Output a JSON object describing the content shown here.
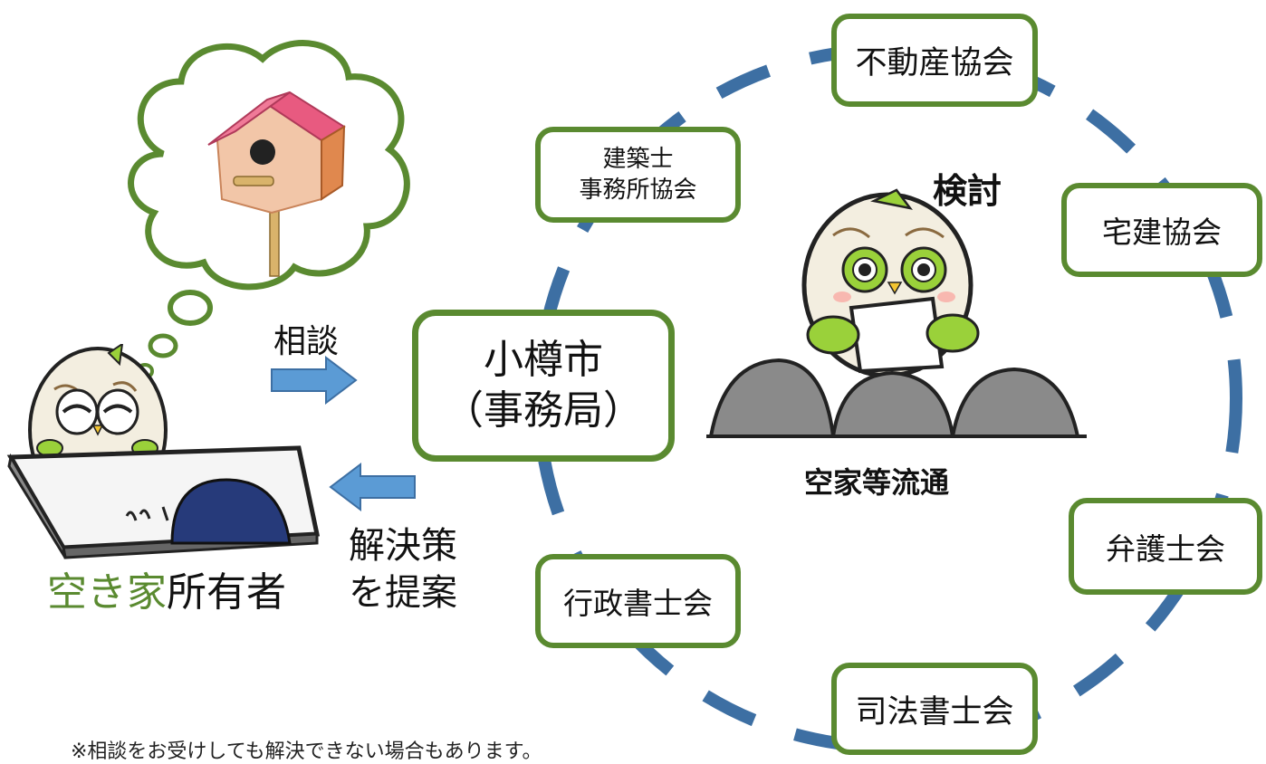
{
  "center": {
    "line1": "小樽市",
    "line2": "（事務局）"
  },
  "orgs": {
    "fudosan": "不動産協会",
    "kenchikushi_1": "建築士",
    "kenchikushi_2": "事務所協会",
    "takken": "宅建協会",
    "bengoshi": "弁護士会",
    "shiho": "司法書士会",
    "gyosei": "行政書士会"
  },
  "labels": {
    "kento": "検討",
    "ryutsu": "空家等流通",
    "sodan": "相談",
    "kaiketsu_1": "解決策",
    "kaiketsu_2": "を提案",
    "owner_green": "空き家",
    "owner_black": "所有者"
  },
  "note": "※相談をお受けしても解決できない場合もあります。",
  "colors": {
    "box_border": "#5a8a30",
    "ring": "#3d6fa3",
    "arrow": "#5b9bd5",
    "owner_green": "#5a8a30",
    "cloud": "#5a8a30"
  }
}
